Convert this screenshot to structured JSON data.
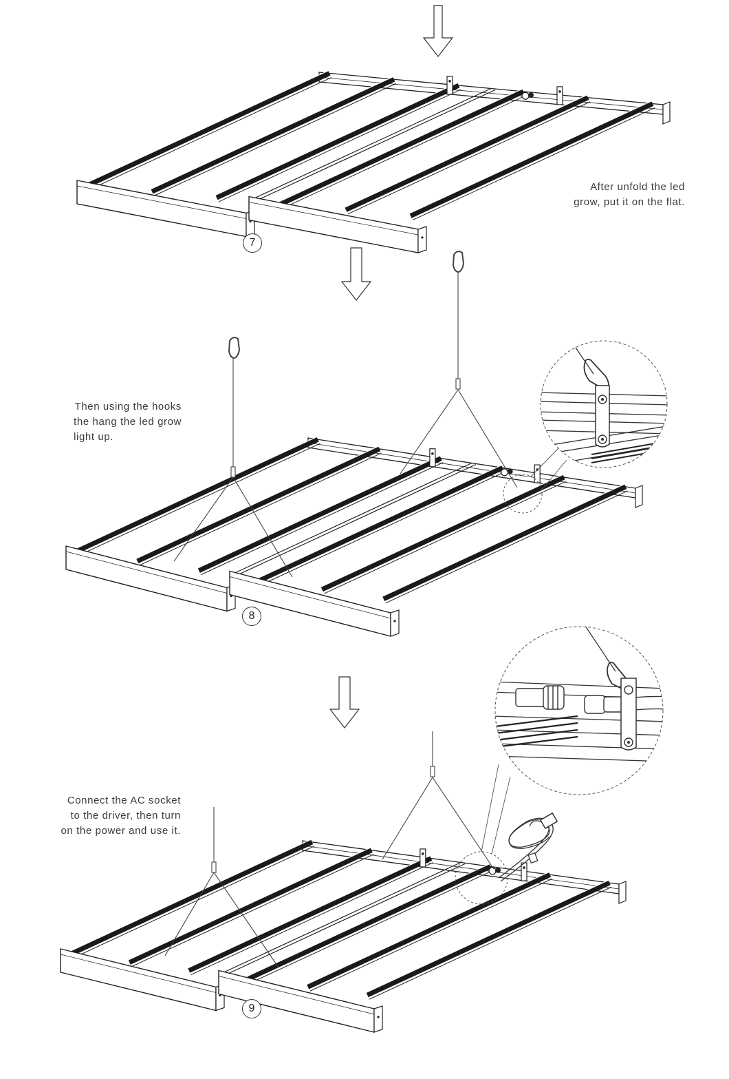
{
  "steps": [
    {
      "number": "7",
      "caption": [
        "After unfold the led",
        "grow, put  it on the flat."
      ]
    },
    {
      "number": "8",
      "caption": [
        "Then using the hooks",
        "the hang the led grow",
        "light up."
      ]
    },
    {
      "number": "9",
      "caption": [
        "Connect the AC socket",
        "to the driver, then turn",
        "on the power and use it."
      ]
    }
  ],
  "colors": {
    "line": "#222222",
    "bar": "#1a1a1a",
    "text": "#3a3a3a",
    "dash": "#555555"
  }
}
